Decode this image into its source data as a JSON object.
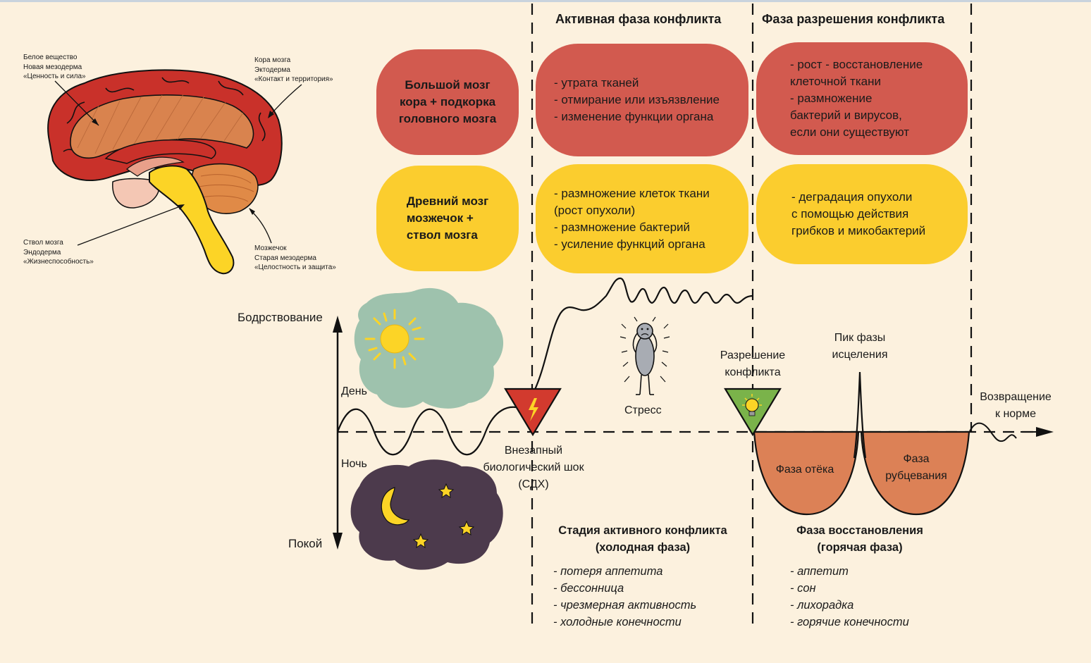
{
  "phases": {
    "active": "Активная фаза конфликта",
    "resolution": "Фаза разрешения конфликта"
  },
  "brain_labels": {
    "white_matter": [
      "Белое вещество",
      "Новая мезодерма",
      "«Ценность и сила»"
    ],
    "cortex": [
      "Кора мозга",
      "Эктодерма",
      "«Контакт и территория»"
    ],
    "brainstem": [
      "Ствол мозга",
      "Эндодерма",
      "«Жизнеспособность»"
    ],
    "cerebellum": [
      "Мозжечок",
      "Старая мезодерма",
      "«Целостность и защита»"
    ]
  },
  "rows": {
    "big_brain": {
      "title": [
        "Большой мозг",
        "кора + подкорка",
        "головного мозга"
      ],
      "active": [
        "- утрата тканей",
        "- отмирание или изъязвление",
        "- изменение функции органа"
      ],
      "resolution": [
        "- рост - восстановление",
        "клеточной ткани",
        "- размножение",
        "бактерий и вирусов,",
        "если они существуют"
      ]
    },
    "old_brain": {
      "title": [
        "Древний мозг",
        "мозжечок +",
        "ствол мозга"
      ],
      "active": [
        "- размножение клеток ткани",
        "(рост опухоли)",
        "- размножение бактерий",
        "- усиление функций органа"
      ],
      "resolution": [
        "- деградация опухоли",
        "с помощью действия",
        "грибков и микобактерий"
      ]
    }
  },
  "axis": {
    "top": "Бодрствование",
    "bottom": "Покой",
    "day": "День",
    "night": "Ночь"
  },
  "events": {
    "shock": [
      "Внезапный",
      "биологический шок",
      "(СДХ)"
    ],
    "stress": "Стресс",
    "resolution": [
      "Разрешение",
      "конфликта"
    ],
    "peak": [
      "Пик фазы",
      "исцеления"
    ],
    "return": [
      "Возвращение",
      "к норме"
    ],
    "edema": "Фаза отёка",
    "scarring": [
      "Фаза",
      "рубцевания"
    ]
  },
  "stages": {
    "active": {
      "title": [
        "Стадия активного конфликта",
        "(холодная фаза)"
      ],
      "symptoms": [
        "- потеря аппетита",
        "- бессонница",
        "- чрезмерная активность",
        "- холодные конечности"
      ]
    },
    "recovery": {
      "title": [
        "Фаза восстановления",
        "(горячая фаза)"
      ],
      "symptoms": [
        "- аппетит",
        "- сон",
        "- лихорадка",
        "- горячие конечности"
      ]
    }
  },
  "colors": {
    "background": "#fcf1de",
    "red": "#d25a4f",
    "yellow": "#fbcd2e",
    "orange": "#dc8156",
    "sky_day": "#9ec2ad",
    "sky_night": "#4c3a4c"
  }
}
